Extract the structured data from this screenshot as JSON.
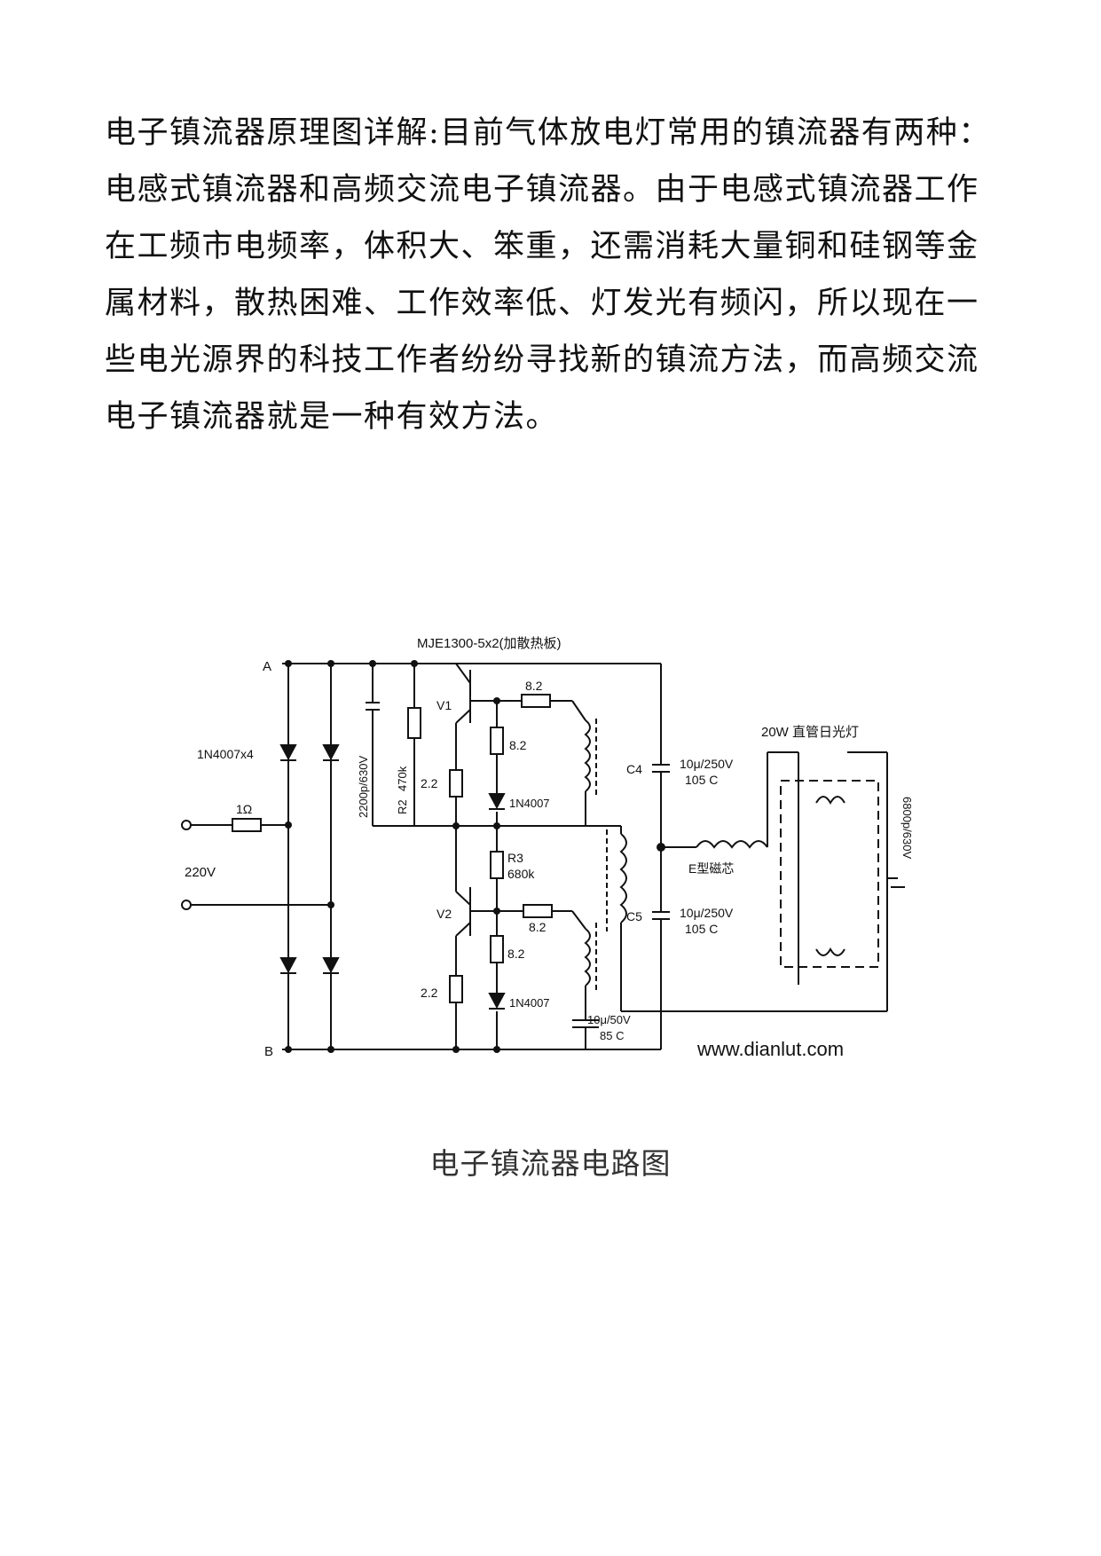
{
  "paragraph": {
    "lines": [
      "电子镇流器原理图详解:目前气体放电灯常用的镇流器有两种：",
      "电感式镇流器和高频交流电子镇流器。由于电感式镇流器工作",
      "在工频市电频率，体积大、笨重，还需消耗大量铜和硅钢等金",
      "属材料，散热困难、工作效率低、灯发光有频闪，所以现在一",
      "些电光源界的科技工作者纷纷寻找新的镇流方法，而高频交流",
      "电子镇流器就是一种有效方法。"
    ]
  },
  "schematic": {
    "node_a": "A",
    "node_b": "B",
    "transistor_note": "MJE1300-5x2(加散热板)",
    "bridge_label": "1N4007x4",
    "fuse_label": "1Ω",
    "input_label": "220V",
    "cap_2200": "2200p/630V",
    "r2": "R2",
    "r2_value": "470k",
    "v1": "V1",
    "v2": "V2",
    "r_8_2_a": "8.2",
    "r_8_2_b": "8.2",
    "r_8_2_c": "8.2",
    "r_8_2_d": "8.2",
    "r_2_2_a": "2.2",
    "r_2_2_b": "2.2",
    "diode_a": "1N4007",
    "diode_b": "1N4007",
    "r3": "R3",
    "r3_value": "680k",
    "c4": "C4",
    "c4_value": "10μ/250V",
    "c4_temp": "105 C",
    "c5": "C5",
    "c5_value": "10μ/250V",
    "c5_temp": "105 C",
    "c_small_value": "10μ/50V",
    "c_small_temp": "85 C",
    "lamp_label": "20W 直管日光灯",
    "inductor_label": "E型磁芯",
    "cap_6800": "6800p/630V",
    "website": "www.dianlut.com"
  },
  "caption": "电子镇流器电路图"
}
